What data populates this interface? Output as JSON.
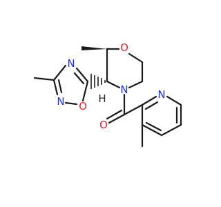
{
  "atoms": [
    {
      "id": "o_morph",
      "symbol": "O",
      "color": "#e8202a"
    },
    {
      "id": "n_morph",
      "symbol": "N",
      "color": "#2030d8"
    },
    {
      "id": "o_carbonyl",
      "symbol": "O",
      "color": "#e8202a"
    },
    {
      "id": "n_pyridine",
      "symbol": "N",
      "color": "#2030d8"
    },
    {
      "id": "n_ox4",
      "symbol": "N",
      "color": "#2030d8"
    },
    {
      "id": "n_ox2",
      "symbol": "N",
      "color": "#2030d8"
    },
    {
      "id": "o_ox1",
      "symbol": "O",
      "color": "#e8202a"
    },
    {
      "id": "h_stereo",
      "symbol": "H",
      "color": "#2a2a2a"
    }
  ],
  "bond_color": "#1a1a1a"
}
